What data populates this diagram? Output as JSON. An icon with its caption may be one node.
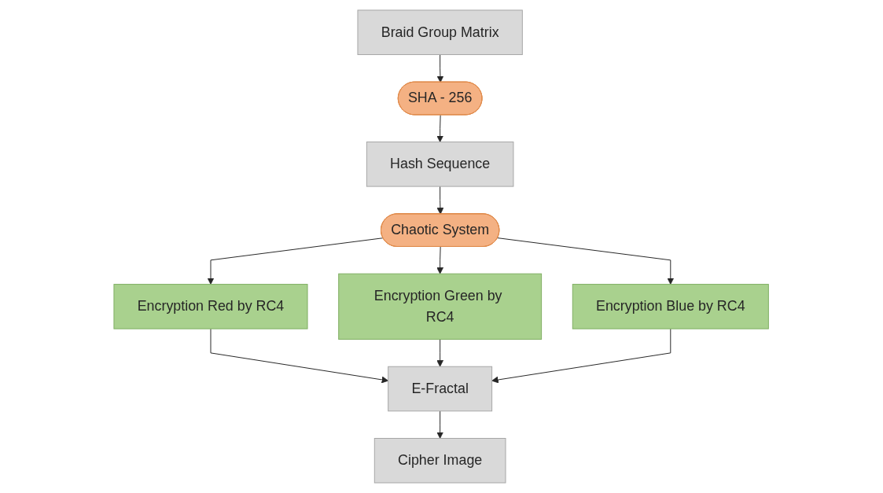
{
  "diagram": {
    "nodes": [
      {
        "text": [
          "Braid Group Matrix"
        ]
      },
      {
        "text": [
          "SHA - 256"
        ]
      },
      {
        "text": [
          "Hash Sequence"
        ]
      },
      {
        "text": [
          "Chaotic System"
        ]
      },
      {
        "text": [
          "Encryption Red by RC4"
        ]
      },
      {
        "text": [
          "Encryption Green by RC4"
        ]
      },
      {
        "text": [
          "Encryption Blue by RC4"
        ]
      },
      {
        "text": [
          "E-Fractal"
        ]
      },
      {
        "text": [
          "Cipher Image"
        ]
      }
    ],
    "edges": [
      {
        "from": 0,
        "to": 1,
        "arrow": "to"
      },
      {
        "from": 1,
        "to": 2,
        "arrow": "to"
      },
      {
        "from": 2,
        "to": 3,
        "arrow": "to"
      },
      {
        "from": 3,
        "to": 4,
        "arrow": "to"
      },
      {
        "from": 3,
        "to": 5,
        "arrow": "to"
      },
      {
        "from": 3,
        "to": 6,
        "arrow": "to"
      },
      {
        "from": 4,
        "to": 7,
        "arrow": "to"
      },
      {
        "from": 5,
        "to": 7,
        "arrow": "to"
      },
      {
        "from": 6,
        "to": 7,
        "arrow": "to"
      },
      {
        "from": 7,
        "to": 8,
        "arrow": "to"
      }
    ]
  }
}
